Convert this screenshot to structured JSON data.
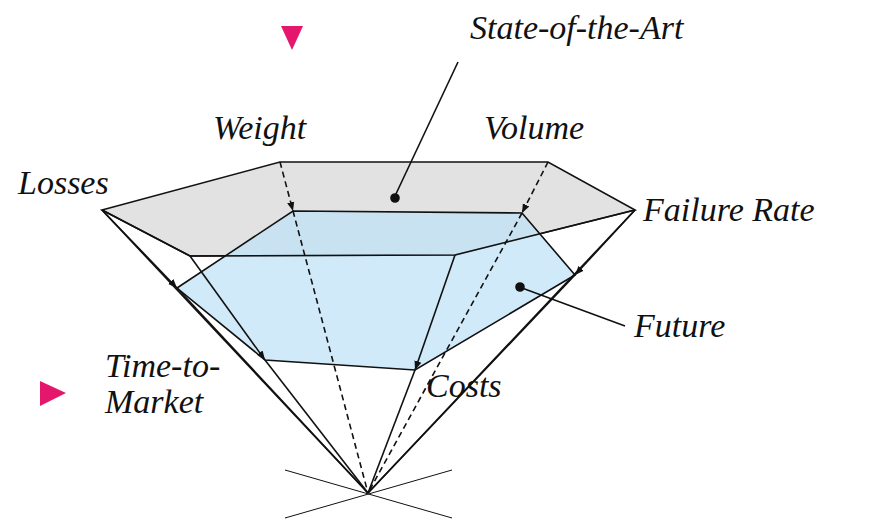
{
  "diagram": {
    "labels": [
      "State-of-the-Art",
      "Weight",
      "Volume",
      "Losses",
      "Failure Rate",
      "Future",
      "Time-to- Market",
      "Costs"
    ]
  }
}
